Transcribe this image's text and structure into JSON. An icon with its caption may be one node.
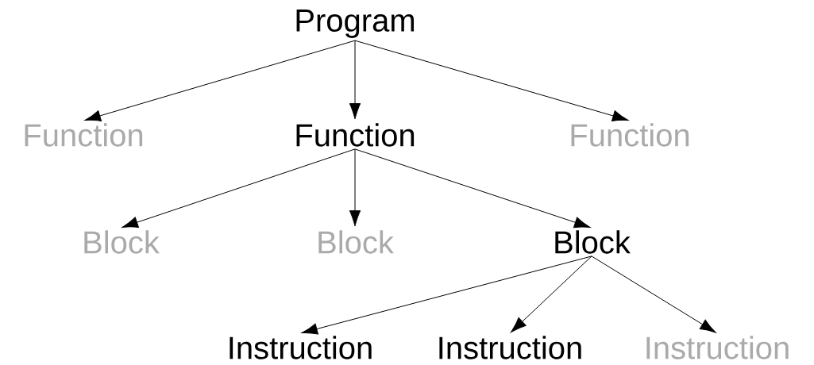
{
  "diagram": {
    "nodes": [
      {
        "text": [
          "Program"
        ]
      },
      {
        "text": [
          "Function"
        ]
      },
      {
        "text": [
          "Function"
        ]
      },
      {
        "text": [
          "Function"
        ]
      },
      {
        "text": [
          "Block"
        ]
      },
      {
        "text": [
          "Block"
        ]
      },
      {
        "text": [
          "Block"
        ]
      },
      {
        "text": [
          "Instruction"
        ]
      },
      {
        "text": [
          "Instruction"
        ]
      },
      {
        "text": [
          "Instruction"
        ]
      }
    ],
    "edges": [
      {
        "from": 0,
        "to": 1,
        "arrow": "to"
      },
      {
        "from": 0,
        "to": 2,
        "arrow": "to"
      },
      {
        "from": 0,
        "to": 3,
        "arrow": "to"
      },
      {
        "from": 2,
        "to": 4,
        "arrow": "to"
      },
      {
        "from": 2,
        "to": 5,
        "arrow": "to"
      },
      {
        "from": 2,
        "to": 6,
        "arrow": "to"
      },
      {
        "from": 6,
        "to": 7,
        "arrow": "to"
      },
      {
        "from": 6,
        "to": 8,
        "arrow": "to"
      },
      {
        "from": 6,
        "to": 9,
        "arrow": "to"
      }
    ]
  }
}
